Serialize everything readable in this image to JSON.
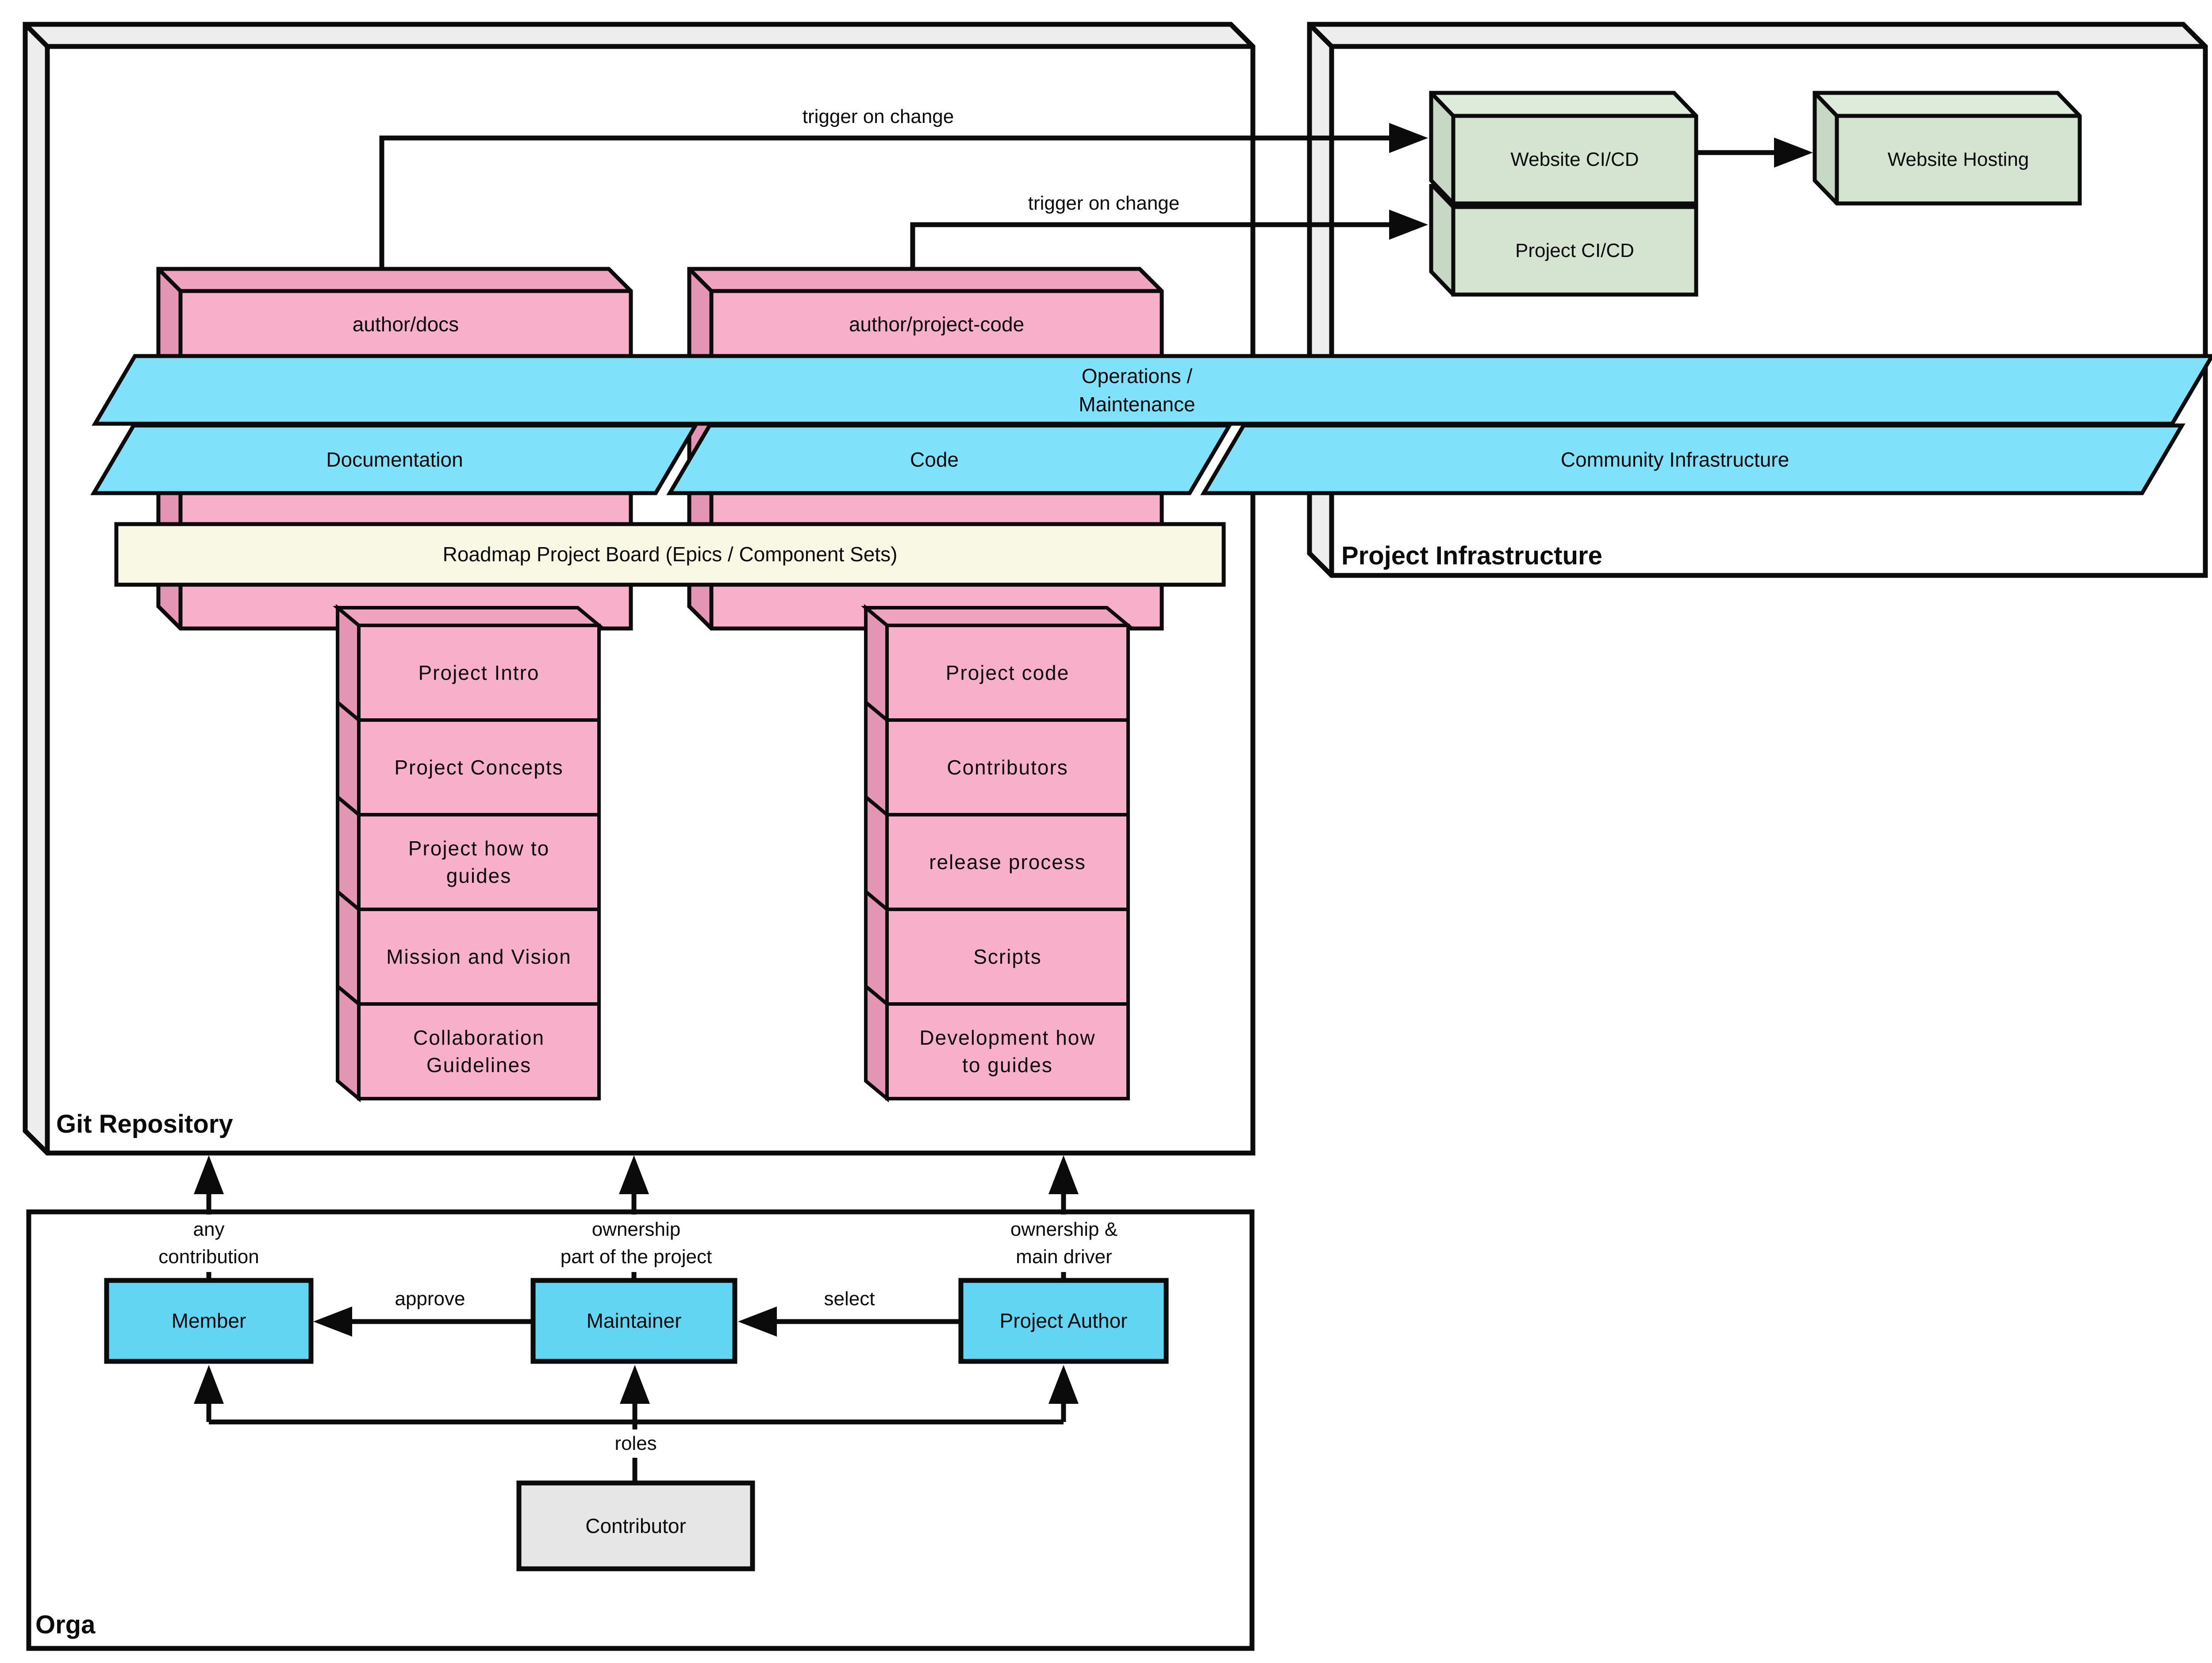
{
  "colors": {
    "pink-front": "#F8AFC9",
    "pink-top": "#EFA3BF",
    "pink-side": "#E495B3",
    "cyan-band": "#7FE1FA",
    "cyan-box": "#62D5F2",
    "green-front": "#D5E3D1",
    "green-top": "#DFEBDA",
    "green-side": "#C7D8C5",
    "yellow-bar": "#F8F8E4",
    "gray-box": "#E6E6E6",
    "gray-face": "#EDEDED",
    "line": "#0b0b0b"
  },
  "git_repo": {
    "label": "Git Repository",
    "docs_header": "author/docs",
    "code_header": "author/project-code",
    "roadmap": "Roadmap Project Board (Epics / Component Sets)",
    "docs_stack": [
      "Project Intro",
      "Project Concepts",
      "Project how to\nguides",
      "Mission and Vision",
      "Collaboration\nGuidelines"
    ],
    "code_stack": [
      "Project code",
      "Contributors",
      "release process",
      "Scripts",
      "Development how\nto guides"
    ]
  },
  "bands": {
    "operations": "Operations / Maintenance",
    "documentation": "Documentation",
    "code": "Code",
    "community": "Community Infrastructure"
  },
  "infrastructure": {
    "label": "Project Infrastructure",
    "website_cicd": "Website CI/CD",
    "project_cicd": "Project CI/CD",
    "website_hosting": "Website Hosting"
  },
  "triggers": {
    "trigger1": "trigger on change",
    "trigger2": "trigger on change"
  },
  "orga": {
    "label": "Orga",
    "member": "Member",
    "maintainer": "Maintainer",
    "project_author": "Project Author",
    "contributor": "Contributor",
    "any_contribution": "any\ncontribution",
    "ownership_part": "ownership\npart of the project",
    "ownership_main": "ownership &\nmain driver",
    "approve": "approve",
    "select": "select",
    "roles": "roles"
  }
}
